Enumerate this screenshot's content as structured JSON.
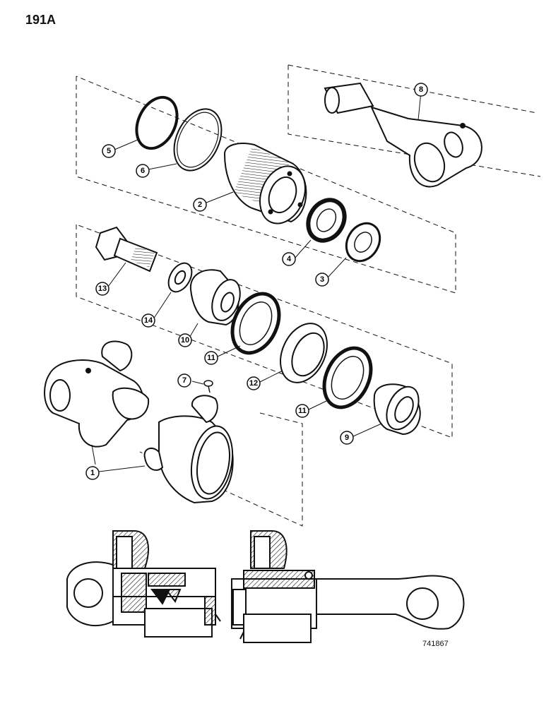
{
  "page_number": "191A",
  "drawing_code": "741867",
  "callouts": [
    "1",
    "2",
    "3",
    "4",
    "5",
    "6",
    "7",
    "8",
    "9",
    "10",
    "11",
    "12",
    "13",
    "14"
  ],
  "colors": {
    "ink": "#111111",
    "paper": "#ffffff",
    "shade": "#cfcfcf"
  }
}
